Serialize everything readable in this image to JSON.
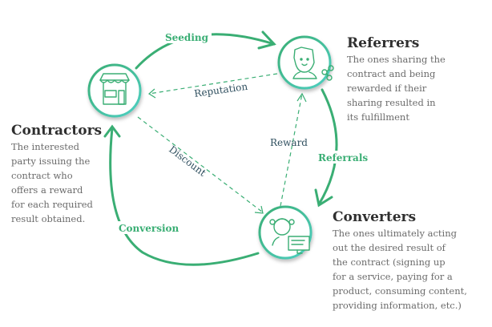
{
  "colors": {
    "accent": "#3aae74",
    "ring": "#45c3a8",
    "heading": "#2f2f2f",
    "body": "#6b6b6b",
    "dashed_label": "#2f4f5f"
  },
  "nodes": {
    "contractors": {
      "title": "Contractors",
      "icon": "storefront-icon",
      "lines": [
        "The interested",
        "party issuing the",
        "contract who",
        "offers a reward",
        "for each required",
        "result obtained."
      ]
    },
    "referrers": {
      "title": "Referrers",
      "icon": "sharing-person-icon",
      "lines": [
        "The ones sharing the",
        "contract and being",
        "rewarded if their",
        "sharing resulted in",
        "its fulfillment"
      ]
    },
    "converters": {
      "title": "Converters",
      "icon": "person-with-screen-icon",
      "lines": [
        "The ones ultimately acting",
        "out the desired result of",
        "the contract (signing up",
        "for a service, paying for a",
        "product, consuming content,",
        "providing information, etc.)"
      ]
    }
  },
  "flows": {
    "seeding": "Seeding",
    "referrals": "Referrals",
    "conversion": "Conversion"
  },
  "dashed": {
    "reputation": "Reputation",
    "discount": "Discount",
    "reward": "Reward"
  }
}
